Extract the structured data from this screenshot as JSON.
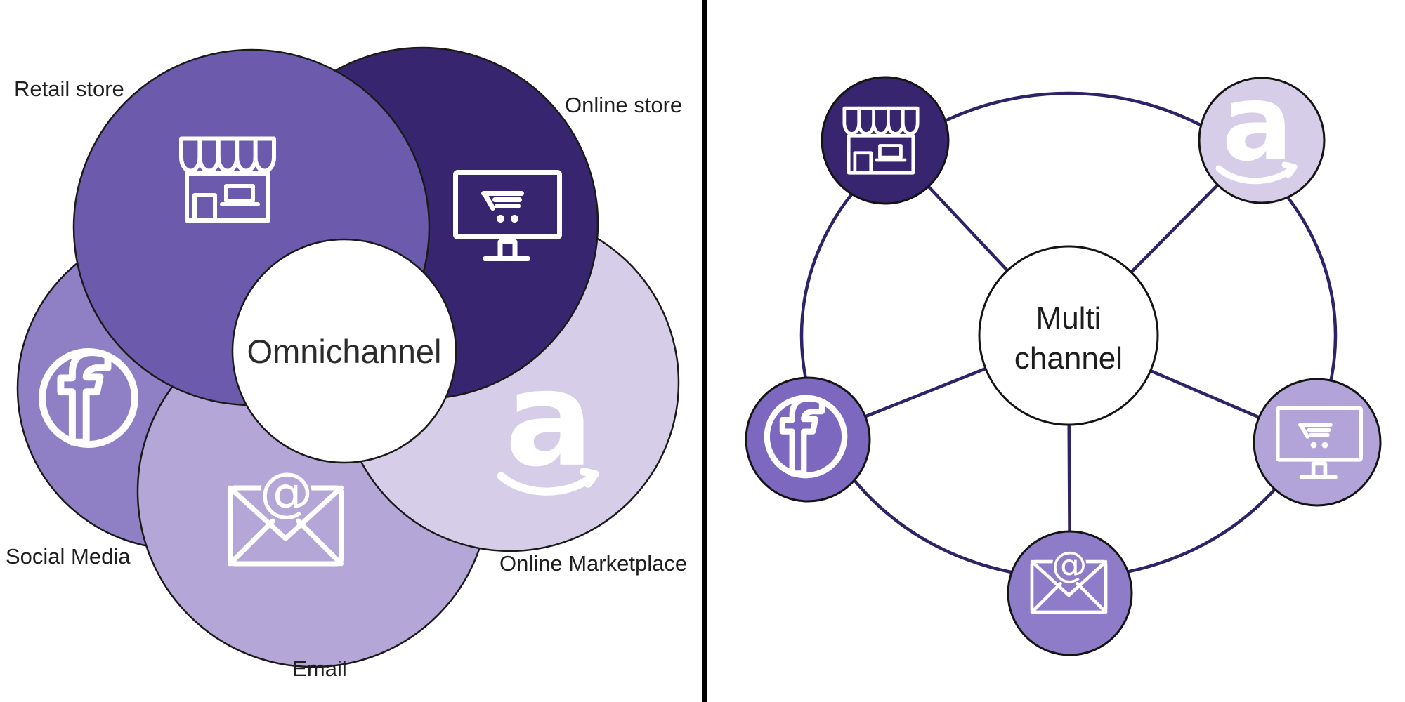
{
  "page": {
    "background": "#FFFFFF",
    "divider_color": "#000000"
  },
  "left": {
    "title": "Omnichannel",
    "labels": {
      "retail": "Retail store",
      "online_store": "Online store",
      "social": "Social Media",
      "email": "Email",
      "marketplace": "Online Marketplace"
    },
    "colors": {
      "retail": "#6C5BAD",
      "online_store": "#382570",
      "social": "#8F80C5",
      "email": "#B4A7D8",
      "marketplace": "#D6CDE8",
      "center": "#FFFFFF",
      "outline": "#1A1A1A",
      "label": "#1F1F1F",
      "title": "#2B2B2B"
    }
  },
  "right": {
    "title_line1": "Multi",
    "title_line2": "channel",
    "colors": {
      "store": "#382570",
      "amazon": "#D6CDE8",
      "facebook": "#7C68BE",
      "email": "#8F7CC8",
      "monitor": "#B2A4D8",
      "center": "#FFFFFF",
      "ring": "#2F2368",
      "outline": "#141414",
      "title": "#1D1D1D"
    }
  },
  "glyphs": {
    "amazon_letter": "a",
    "at_sign": "@"
  },
  "icon_style": {
    "stroke": "#FFFFFF"
  }
}
